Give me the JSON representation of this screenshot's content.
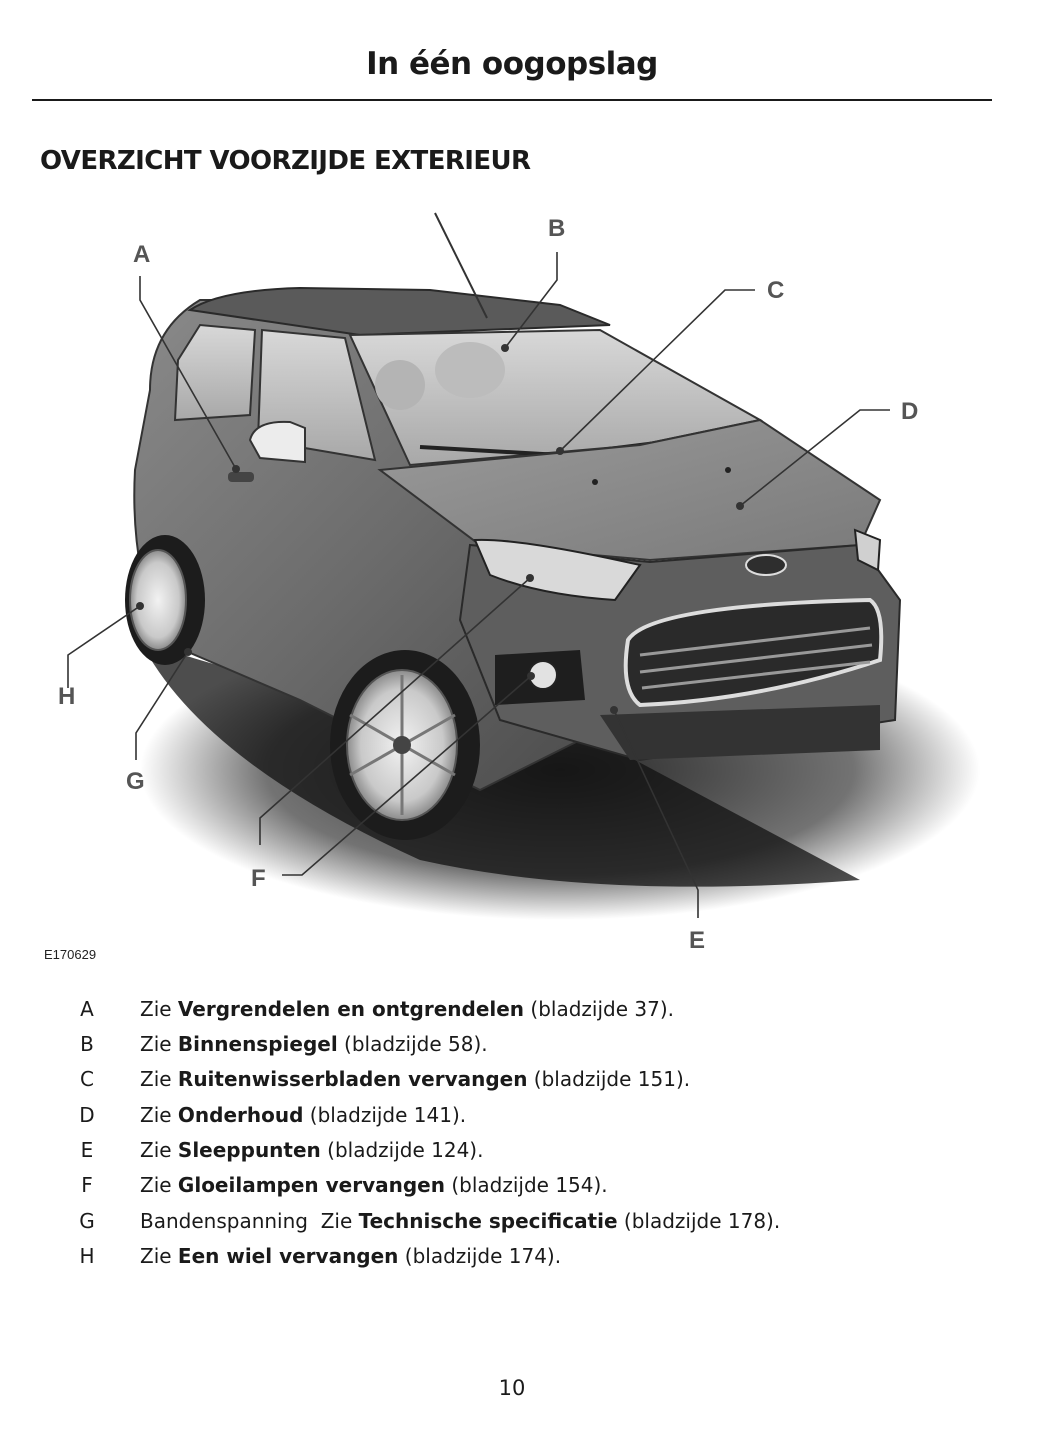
{
  "header": {
    "title": "In één oogopslag"
  },
  "section": {
    "title": "OVERZICHT VOORZIJDE EXTERIEUR"
  },
  "figure": {
    "id": "E170629",
    "callouts": [
      "A",
      "B",
      "C",
      "D",
      "E",
      "F",
      "G",
      "H"
    ]
  },
  "legend": [
    {
      "letter": "A",
      "prefix": "Zie ",
      "link": "Vergrendelen en ontgrendelen",
      "suffix": " (bladzijde 37)."
    },
    {
      "letter": "B",
      "prefix": "Zie ",
      "link": "Binnenspiegel",
      "suffix": " (bladzijde 58)."
    },
    {
      "letter": "C",
      "prefix": "Zie ",
      "link": "Ruitenwisserbladen vervangen",
      "suffix": " (bladzijde 151)."
    },
    {
      "letter": "D",
      "prefix": "Zie ",
      "link": "Onderhoud",
      "suffix": " (bladzijde 141)."
    },
    {
      "letter": "E",
      "prefix": "Zie ",
      "link": "Sleeppunten",
      "suffix": " (bladzijde 124)."
    },
    {
      "letter": "F",
      "prefix": "Zie ",
      "link": "Gloeilampen vervangen",
      "suffix": " (bladzijde 154)."
    },
    {
      "letter": "G",
      "prefix": "Bandenspanning  Zie ",
      "link": "Technische specificatie",
      "suffix": " (bladzijde 178)."
    },
    {
      "letter": "H",
      "prefix": "Zie ",
      "link": "Een wiel vervangen",
      "suffix": " (bladzijde 174)."
    }
  ],
  "footer": {
    "page_number": "10"
  }
}
